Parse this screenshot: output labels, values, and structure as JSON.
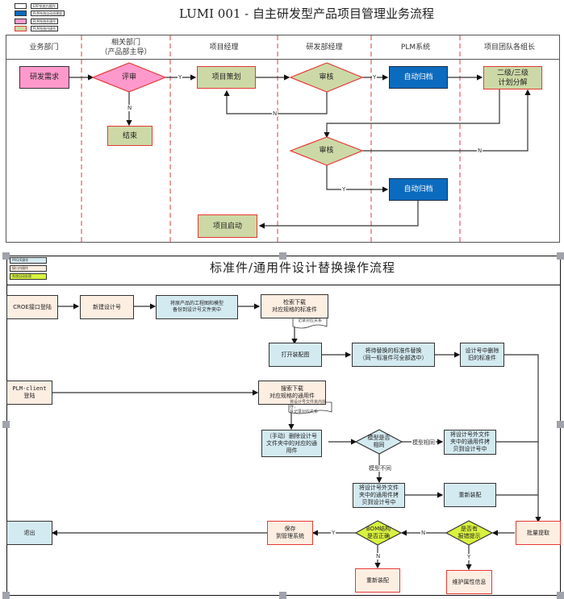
{
  "diagram1": {
    "title": "LUMI 001 - 自主研发型产品项目管理业务流程",
    "legend": [
      {
        "label": "ERP系统内操作",
        "color": "#ffffff"
      },
      {
        "label": "PLM系统自动创建部",
        "color": "#0b6bbf"
      },
      {
        "label": "PLM系统外操作",
        "color": "#ff99cc"
      },
      {
        "label": "PLM系统内操作",
        "color": "#ccd9a6"
      }
    ],
    "lanes": [
      {
        "label": "业务部门"
      },
      {
        "label": "相关部门\n（产品部主导）"
      },
      {
        "label": "项目经理"
      },
      {
        "label": "研发部经理"
      },
      {
        "label": "PLM系统"
      },
      {
        "label": "项目团队各组长"
      }
    ],
    "nodes": {
      "rd_demand": "研发需求",
      "review": "评审",
      "end": "结束",
      "project_plan": "项目策划",
      "audit1": "审核",
      "auto_archive1": "自动归档",
      "plan_breakdown": "二级/三级\n计划分解",
      "audit2": "审核",
      "auto_archive2": "自动归档",
      "project_start": "项目启动"
    },
    "edge_labels": {
      "yes": "Y",
      "no": "N"
    }
  },
  "diagram2": {
    "title": "标准件/通用件设计替换操作流程",
    "legend": [
      {
        "label": "PRO/E操作",
        "color": "#d4eaf1"
      },
      {
        "label": "接口内操作",
        "color": "#fdeee2"
      },
      {
        "label": "系统自动处理",
        "color": "#d9f23f"
      }
    ],
    "nodes": {
      "croe_login": "CROE接口登陆",
      "new_design_no": "新建设计号",
      "backup": "将原产品的工程图和模型\n备份到设计号文件夹中",
      "search_std": "检索下载\n对应规格的标准件",
      "note_std": "记录对应关系",
      "open_asm": "打开装配图",
      "replace_std": "将待替换的标准件替换\n（同一标准件可全部选中）",
      "delete_old_std": "设计号中删除\n旧的标准件",
      "plm_login": "PLM-client\n登陆",
      "search_common": "搜索下载\n对应规格的通用件",
      "note_common": "将设计号文件夹内找存，\n且记录对应关系",
      "manual_delete": "（手动）删除设计号\n文件夹中的对应的通\n用件",
      "model_same": "模型是否\n相同",
      "label_same": "模型相同",
      "label_diff": "模型不同",
      "copy_common_a": "将设计号外文件\n夹中的通用件拷\n贝到设计号中",
      "copy_common_b": "将设计号外文件\n夹中的通用件拷\n贝到设计号中",
      "reassemble1": "重新装配",
      "batch_extract": "批量提取",
      "has_error": "是否有\n报错提示",
      "maintain_attr": "维护属性信息",
      "bom_correct": "BOM结构\n是否正确",
      "reassemble2": "重新装配",
      "save_system": "保存\n到管理系统",
      "exit": "退出"
    },
    "edge_labels": {
      "yes": "Y",
      "no": "N"
    }
  }
}
